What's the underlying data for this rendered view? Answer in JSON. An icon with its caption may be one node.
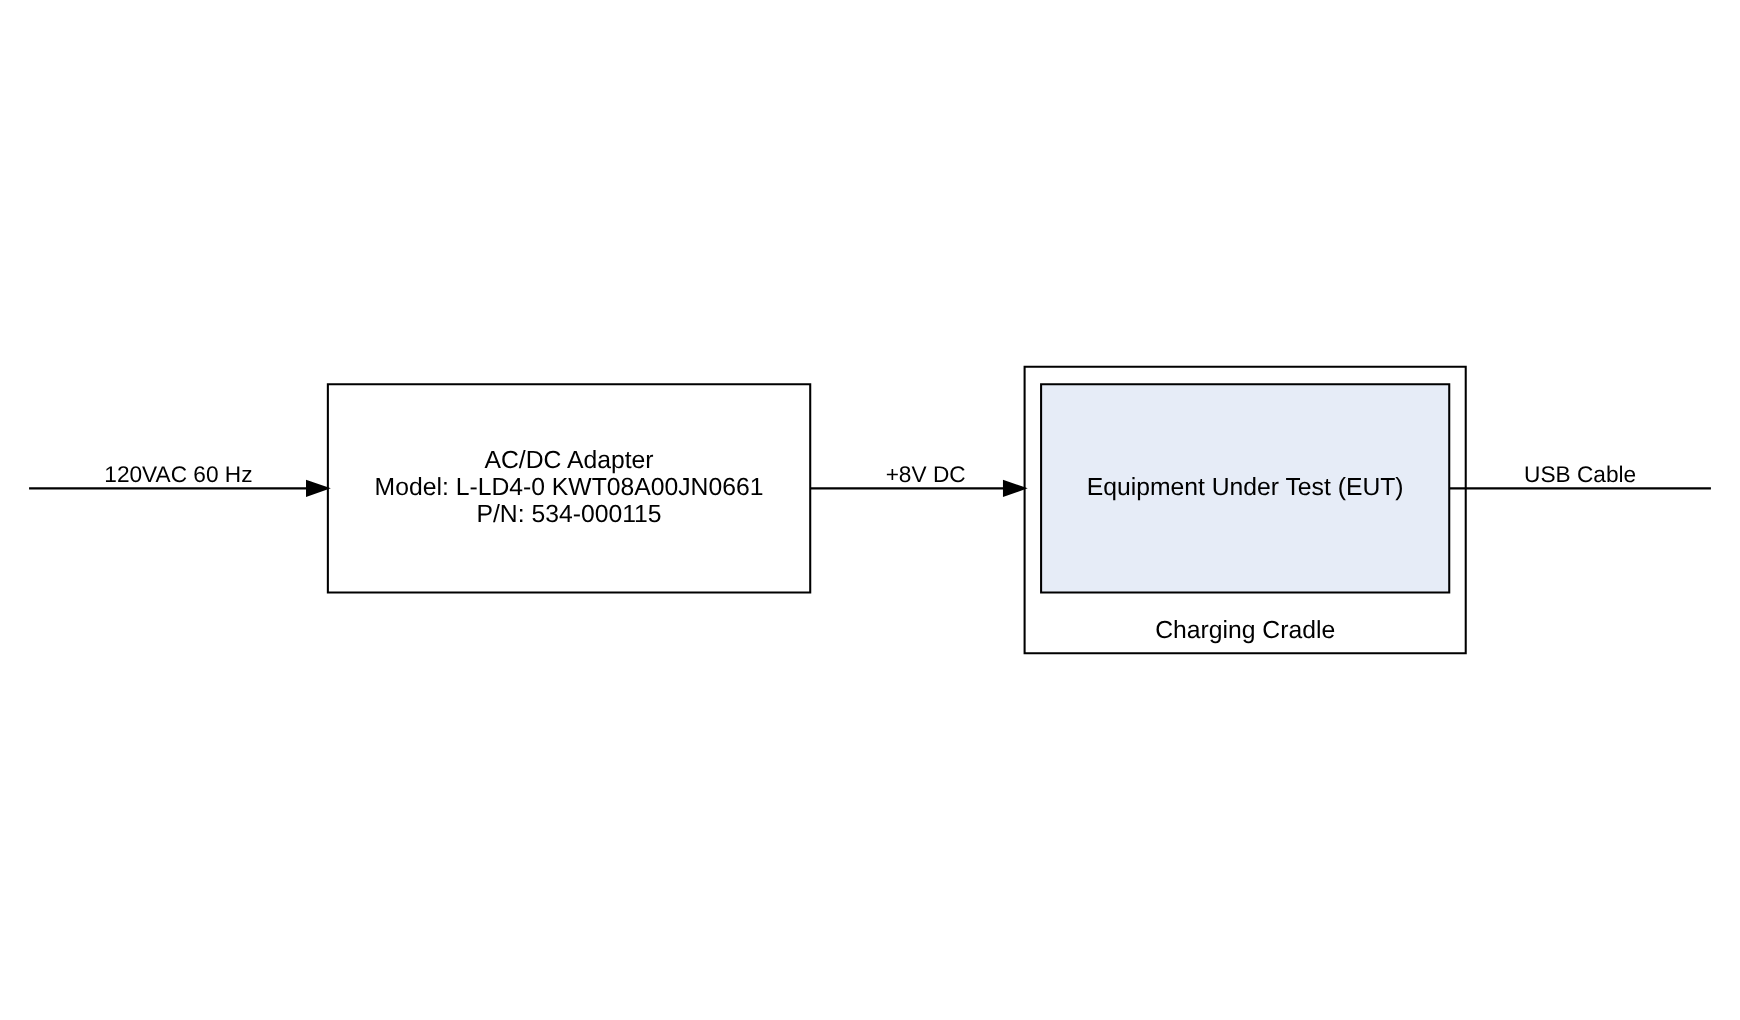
{
  "diagram": {
    "nodes": [
      {
        "text": [
          "Charging Cradle"
        ]
      },
      {
        "text": [
          "Equipment Under Test (EUT)"
        ],
        "in": 0
      },
      {
        "text": [
          "AC/DC Adapter",
          "Model: L-LD4-0 KWT08A00JN0661",
          "P/N: 534-000115"
        ]
      }
    ],
    "edges": [
      {
        "from": 1,
        "to": null,
        "arrow": "none",
        "label": "USB Cable"
      },
      {
        "from": 2,
        "to": 0,
        "arrow": "to",
        "label": "+8V DC"
      },
      {
        "from": null,
        "to": 2,
        "arrow": "to",
        "label": "120VAC 60 Hz"
      }
    ]
  }
}
